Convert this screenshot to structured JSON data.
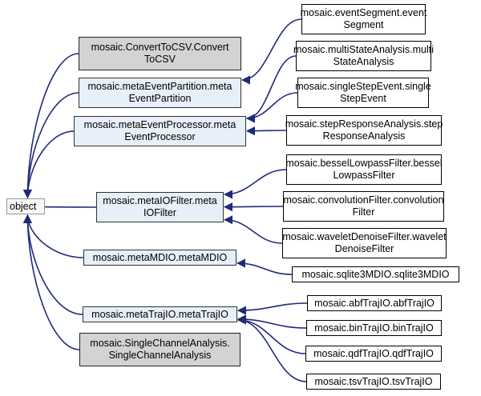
{
  "nodes": {
    "object": {
      "lines": [
        "object"
      ],
      "style": "root"
    },
    "convert_to_csv": {
      "lines": [
        "mosaic.ConvertToCSV.Convert",
        "ToCSV"
      ],
      "style": "grey"
    },
    "meta_event_partition": {
      "lines": [
        "mosaic.metaEventPartition.meta",
        "EventPartition"
      ],
      "style": "blue"
    },
    "meta_event_processor": {
      "lines": [
        "mosaic.metaEventProcessor.meta",
        "EventProcessor"
      ],
      "style": "blue"
    },
    "meta_io_filter": {
      "lines": [
        "mosaic.metaIOFilter.meta",
        "IOFilter"
      ],
      "style": "blue"
    },
    "meta_mdio": {
      "lines": [
        "mosaic.metaMDIO.metaMDIO"
      ],
      "style": "blue"
    },
    "meta_traj_io": {
      "lines": [
        "mosaic.metaTrajIO.metaTrajIO"
      ],
      "style": "blue"
    },
    "single_channel_analysis": {
      "lines": [
        "mosaic.SingleChannelAnalysis.",
        "SingleChannelAnalysis"
      ],
      "style": "grey"
    },
    "event_segment": {
      "lines": [
        "mosaic.eventSegment.event",
        "Segment"
      ],
      "style": "white"
    },
    "multi_state_analysis": {
      "lines": [
        "mosaic.multiStateAnalysis.multi",
        "StateAnalysis"
      ],
      "style": "white"
    },
    "single_step_event": {
      "lines": [
        "mosaic.singleStepEvent.single",
        "StepEvent"
      ],
      "style": "white"
    },
    "step_response_analysis": {
      "lines": [
        "mosaic.stepResponseAnalysis.step",
        "ResponseAnalysis"
      ],
      "style": "white"
    },
    "bessel_lowpass_filter": {
      "lines": [
        "mosaic.besselLowpassFilter.bessel",
        "LowpassFilter"
      ],
      "style": "white"
    },
    "convolution_filter": {
      "lines": [
        "mosaic.convolutionFilter.convolution",
        "Filter"
      ],
      "style": "white"
    },
    "wavelet_denoise_filter": {
      "lines": [
        "mosaic.waveletDenoiseFilter.wavelet",
        "DenoiseFilter"
      ],
      "style": "white"
    },
    "sqlite3_mdio": {
      "lines": [
        "mosaic.sqlite3MDIO.sqlite3MDIO"
      ],
      "style": "white"
    },
    "abf_traj_io": {
      "lines": [
        "mosaic.abfTrajIO.abfTrajIO"
      ],
      "style": "white"
    },
    "bin_traj_io": {
      "lines": [
        "mosaic.binTrajIO.binTrajIO"
      ],
      "style": "white"
    },
    "qdf_traj_io": {
      "lines": [
        "mosaic.qdfTrajIO.qdfTrajIO"
      ],
      "style": "white"
    },
    "tsv_traj_io": {
      "lines": [
        "mosaic.tsvTrajIO.tsvTrajIO"
      ],
      "style": "white"
    }
  },
  "edges": [
    {
      "from": "convert_to_csv",
      "to": "object"
    },
    {
      "from": "meta_event_partition",
      "to": "object"
    },
    {
      "from": "meta_event_processor",
      "to": "object"
    },
    {
      "from": "meta_io_filter",
      "to": "object"
    },
    {
      "from": "meta_mdio",
      "to": "object"
    },
    {
      "from": "meta_traj_io",
      "to": "object"
    },
    {
      "from": "single_channel_analysis",
      "to": "object"
    },
    {
      "from": "event_segment",
      "to": "meta_event_partition"
    },
    {
      "from": "multi_state_analysis",
      "to": "meta_event_processor"
    },
    {
      "from": "single_step_event",
      "to": "meta_event_processor"
    },
    {
      "from": "step_response_analysis",
      "to": "meta_event_processor"
    },
    {
      "from": "bessel_lowpass_filter",
      "to": "meta_io_filter"
    },
    {
      "from": "convolution_filter",
      "to": "meta_io_filter"
    },
    {
      "from": "wavelet_denoise_filter",
      "to": "meta_io_filter"
    },
    {
      "from": "sqlite3_mdio",
      "to": "meta_mdio"
    },
    {
      "from": "abf_traj_io",
      "to": "meta_traj_io"
    },
    {
      "from": "bin_traj_io",
      "to": "meta_traj_io"
    },
    {
      "from": "qdf_traj_io",
      "to": "meta_traj_io"
    },
    {
      "from": "tsv_traj_io",
      "to": "meta_traj_io"
    }
  ],
  "colors": {
    "edge": "#1f2a7a",
    "grey_fill": "#d3d3d3",
    "blue_fill": "#e7eff8",
    "white_fill": "#ffffff"
  }
}
